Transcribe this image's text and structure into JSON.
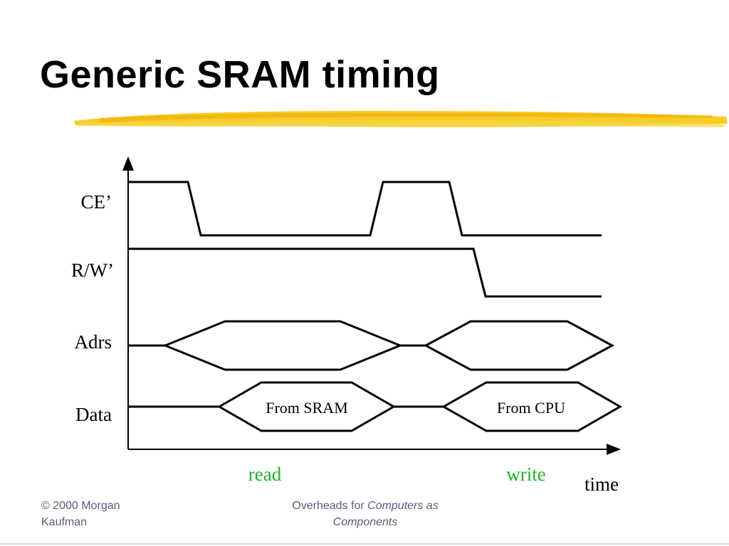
{
  "slide": {
    "title": "Generic SRAM timing"
  },
  "diagram": {
    "signals": {
      "ce": "CE’",
      "rw": "R/W’",
      "adrs": "Adrs",
      "data": "Data"
    },
    "bus_labels": {
      "from_sram": "From SRAM",
      "from_cpu": "From CPU"
    },
    "phases": {
      "read": "read",
      "write": "write"
    },
    "time_axis_label": "time",
    "colors": {
      "phase_label": "#22b02a",
      "waveform": "#000000",
      "highlight": "#f5c400"
    }
  },
  "footer": {
    "copyright_line1": "© 2000 Morgan",
    "copyright_line2": "Kaufman",
    "overheads_prefix": "Overheads for ",
    "book_line1": "Computers as",
    "book_line2": "Components"
  }
}
